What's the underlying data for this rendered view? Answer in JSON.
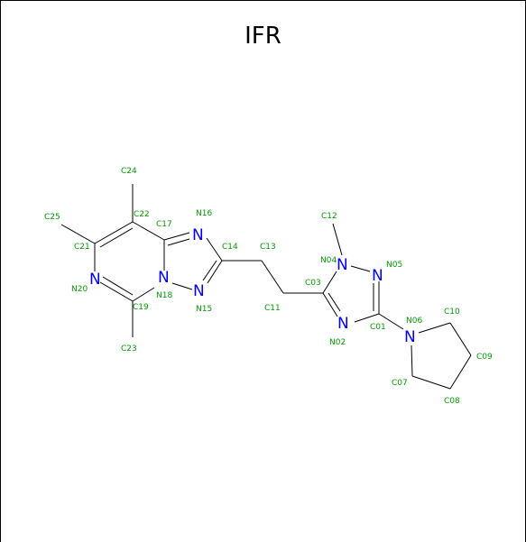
{
  "title": "IFR",
  "colors": {
    "bond": "#000000",
    "nitrogen": "#0000ff",
    "label": "#009900"
  },
  "nitrogen_symbol": "N",
  "atoms": [
    {
      "id": "C24",
      "label": "C24"
    },
    {
      "id": "C22",
      "label": "C22"
    },
    {
      "id": "C25",
      "label": "C25"
    },
    {
      "id": "N16",
      "label": "N16"
    },
    {
      "id": "C17",
      "label": "C17"
    },
    {
      "id": "C14",
      "label": "C14"
    },
    {
      "id": "C13",
      "label": "C13"
    },
    {
      "id": "C12",
      "label": "C12"
    },
    {
      "id": "C21",
      "label": "C21"
    },
    {
      "id": "N04",
      "label": "N04"
    },
    {
      "id": "N05",
      "label": "N05"
    },
    {
      "id": "C03",
      "label": "C03"
    },
    {
      "id": "N20",
      "label": "N20"
    },
    {
      "id": "N18",
      "label": "N18"
    },
    {
      "id": "C19",
      "label": "C19"
    },
    {
      "id": "C11",
      "label": "C11"
    },
    {
      "id": "N15",
      "label": "N15"
    },
    {
      "id": "N06",
      "label": "N06"
    },
    {
      "id": "C10",
      "label": "C10"
    },
    {
      "id": "C01",
      "label": "C01"
    },
    {
      "id": "N02",
      "label": "N02"
    },
    {
      "id": "C23",
      "label": "C23"
    },
    {
      "id": "C09",
      "label": "C09"
    },
    {
      "id": "C07",
      "label": "C07"
    },
    {
      "id": "C08",
      "label": "C08"
    }
  ]
}
